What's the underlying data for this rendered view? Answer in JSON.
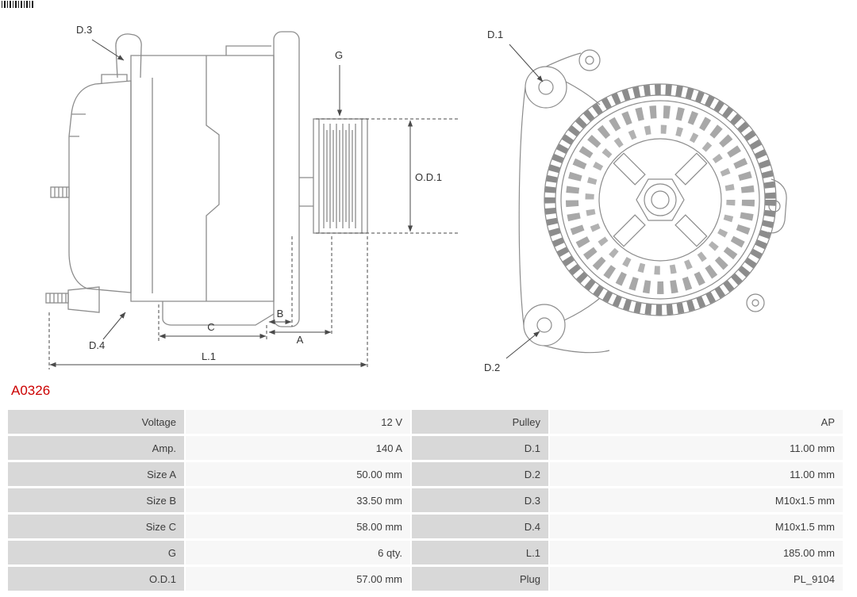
{
  "part_number": "A0326",
  "colors": {
    "part_number": "#cc0000",
    "table_label_bg": "#d8d8d8",
    "table_value_bg": "#f7f7f7",
    "drawing_line": "#8c8c8c",
    "dimension_line": "#4a4a4a"
  },
  "diagram": {
    "side_view": {
      "labels": {
        "d3": "D.3",
        "g": "G",
        "od1": "O.D.1",
        "c": "C",
        "b": "B",
        "a": "A",
        "l1": "L.1",
        "d4": "D.4"
      }
    },
    "rear_view": {
      "labels": {
        "d1": "D.1",
        "d2": "D.2"
      }
    }
  },
  "specs": {
    "rows": [
      {
        "label1": "Voltage",
        "value1": "12 V",
        "label2": "Pulley",
        "value2": "AP"
      },
      {
        "label1": "Amp.",
        "value1": "140 A",
        "label2": "D.1",
        "value2": "11.00 mm"
      },
      {
        "label1": "Size A",
        "value1": "50.00 mm",
        "label2": "D.2",
        "value2": "11.00 mm"
      },
      {
        "label1": "Size B",
        "value1": "33.50 mm",
        "label2": "D.3",
        "value2": "M10x1.5 mm"
      },
      {
        "label1": "Size C",
        "value1": "58.00 mm",
        "label2": "D.4",
        "value2": "M10x1.5 mm"
      },
      {
        "label1": "G",
        "value1": "6 qty.",
        "label2": "L.1",
        "value2": "185.00 mm"
      },
      {
        "label1": "O.D.1",
        "value1": "57.00 mm",
        "label2": "Plug",
        "value2": "PL_9104"
      }
    ]
  }
}
